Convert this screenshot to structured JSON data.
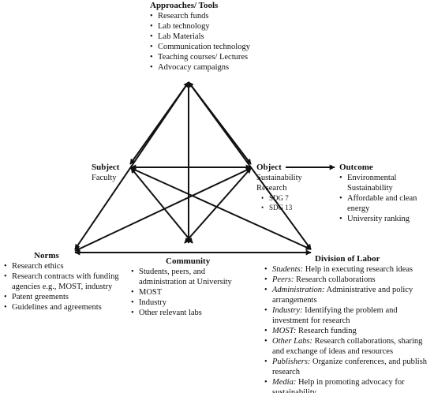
{
  "approaches": {
    "title": "Approaches/ Tools",
    "items": [
      "Research funds",
      "Lab technology",
      "Lab Materials",
      "Communication technology",
      "Teaching courses/ Lectures",
      "Advocacy campaigns"
    ]
  },
  "subject": {
    "title": "Subject",
    "sub": "Faculty"
  },
  "object": {
    "title": "Object",
    "sub1": "Sustainability",
    "sub2": "Research",
    "sdgs": [
      "SDG 7",
      "SDG 13"
    ]
  },
  "outcome": {
    "title": "Outcome",
    "items": [
      "Environmental Sustainability",
      "Affordable and clean energy",
      "University ranking"
    ]
  },
  "norms": {
    "title": "Norms",
    "items": [
      "Research ethics",
      "Research contracts with funding agencies e.g., MOST, industry",
      "Patent greements",
      "Guidelines and agreements"
    ]
  },
  "community": {
    "title": "Community",
    "items": [
      "Students, peers, and administration at University",
      "MOST",
      "Industry",
      "Other relevant labs"
    ]
  },
  "division": {
    "title": "Division of Labor",
    "items": [
      {
        "actor": "Students:",
        "text": " Help in executing research ideas"
      },
      {
        "actor": "Peers:",
        "text": " Research collaborations"
      },
      {
        "actor": "Administration:",
        "text": " Administrative and policy arrangements"
      },
      {
        "actor": "Industry:",
        "text": " Identifying the problem and investment for research"
      },
      {
        "actor": "MOST:",
        "text": " Research funding"
      },
      {
        "actor": "Other Labs:",
        "text": " Research collaborations, sharing and exchange of ideas and resources"
      },
      {
        "actor": "Publishers:",
        "text": " Organize conferences, and publish research"
      },
      {
        "actor": "Media:",
        "text": " Help in promoting advocacy for sustainability"
      }
    ]
  }
}
